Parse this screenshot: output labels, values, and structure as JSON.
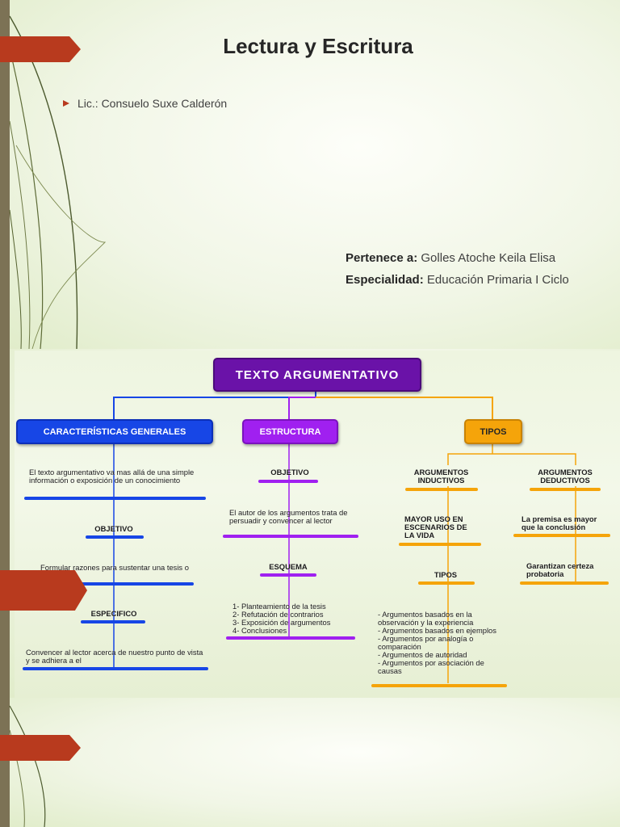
{
  "slide1": {
    "title": "Lectura y Escritura",
    "author_line": "Lic.: Consuelo Suxe Calderón",
    "belongs_label": "Pertenece a:",
    "belongs_value": "Golles Atoche Keila Elisa",
    "specialty_label": "Especialidad:",
    "specialty_value": "Educación Primaria I Ciclo"
  },
  "mindmap": {
    "root": "TEXTO ARGUMENTATIVO",
    "colors": {
      "blue": "#1746e6",
      "purple": "#a020f0",
      "orange": "#f5a40a",
      "root": "#6a12a8"
    },
    "caracteristicas": {
      "title": "CARACTERÍSTICAS GENERALES",
      "intro": "El texto argumentativo va mas allá de una simple información o exposición de un conocimiento",
      "objetivo_label": "OBJETIVO",
      "objetivo_text": "Formular razones para sustentar una tesis o un opinión",
      "especifico_label": "ESPECIFICO",
      "especifico_text": "Convencer al lector acerca de nuestro punto de vista y se adhiera a el"
    },
    "estructura": {
      "title": "ESTRUCTURA",
      "objetivo_label": "OBJETIVO",
      "objetivo_text": "El autor de los argumentos trata de persuadir y convencer al lector",
      "esquema_label": "ESQUEMA",
      "esquema_items": [
        "1- Planteamiento de la tesis",
        "2- Refutación de contrarios",
        "3- Exposición de argumentos",
        "4- Conclusiones"
      ]
    },
    "tipos": {
      "title": "TIPOS",
      "inductivos_label": "ARGUMENTOS INDUCTIVOS",
      "inductivos_text": "MAYOR USO EN ESCENARIOS DE LA VIDA",
      "tipos_label": "TIPOS",
      "tipos_items": [
        "- Argumentos basados en la observación y la experiencia",
        "- Argumentos basados en ejemplos",
        "- Argumentos por analogía o comparación",
        "- Argumentos de autoridad",
        "- Argumentos por asociación de causas"
      ],
      "deductivos_label": "ARGUMENTOS DEDUCTIVOS",
      "deductivos_text1": "La premisa es mayor que la conclusión",
      "deductivos_text2": "Garantizan certeza probatoria"
    }
  }
}
